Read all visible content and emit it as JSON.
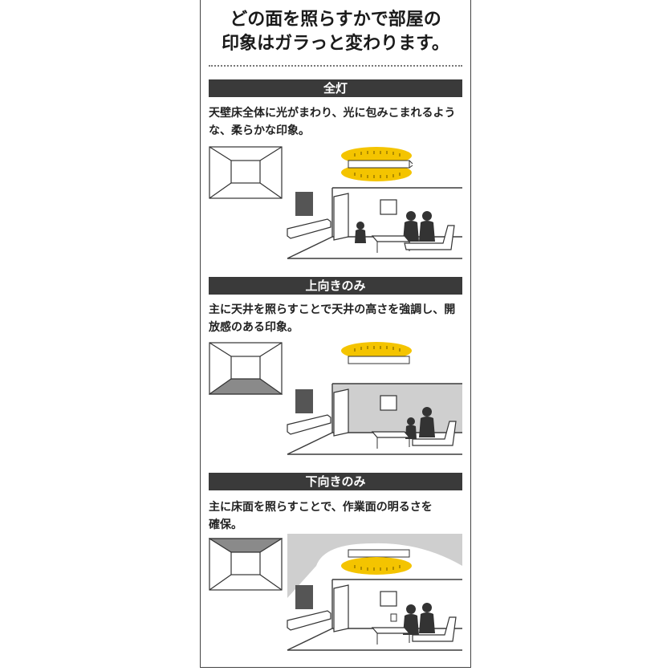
{
  "headline": {
    "line1": "どの面を照らすかで部屋の",
    "line2": "印象はガラっと変わります。"
  },
  "sections": [
    {
      "title": "全灯",
      "desc_line1": "天壁床全体に光がまわり、光に包みこまれるよう",
      "desc_line2": "な、柔らかな印象。"
    },
    {
      "title": "上向きのみ",
      "desc_line1": "主に天井を照らすことで天井の高さを強調し、開",
      "desc_line2": "放感のある印象。"
    },
    {
      "title": "下向きのみ",
      "desc_line1": "主に床面を照らすことで、作業面の明るさを",
      "desc_line2": "確保。"
    }
  ],
  "colors": {
    "bar": "#3a3a3a",
    "glow": "#f4c400",
    "shade": "#cfcfcf",
    "line": "#3c3c3c"
  }
}
